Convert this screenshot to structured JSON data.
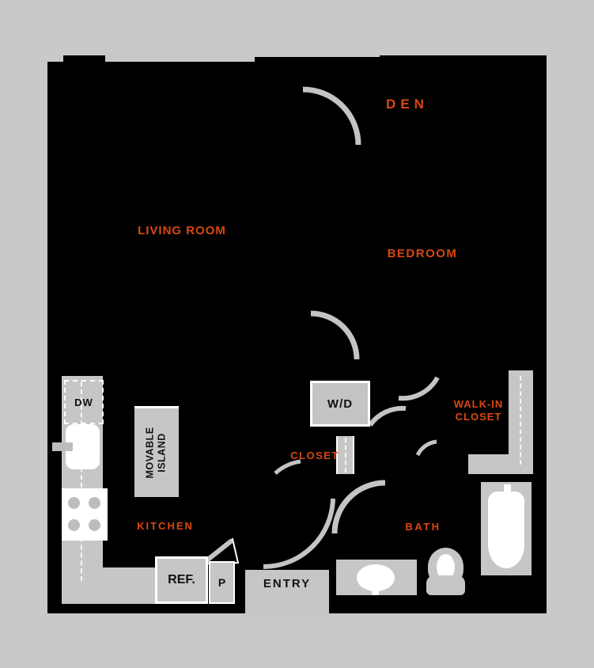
{
  "title": "Apartment floor plan",
  "colors": {
    "background": "#c9c9c9",
    "wall": "#000000",
    "fixture_gray": "#c6c6c6",
    "burner_gray": "#bdbdbd",
    "accent_orange": "#d9480f",
    "label_black": "#111111"
  },
  "rooms": {
    "den": "DEN",
    "living": "LIVING ROOM",
    "bedroom": "BEDROOM",
    "kitchen": "KITCHEN",
    "bath": "BATH",
    "closet": "CLOSET",
    "walk_in_line1": "WALK-IN",
    "walk_in_line2": "CLOSET"
  },
  "fixtures": {
    "dishwasher": "DW",
    "washer_dryer": "W/D",
    "island_line1": "MOVABLE",
    "island_line2": "ISLAND",
    "refrigerator": "REF.",
    "pantry": "P",
    "entry": "ENTRY"
  }
}
